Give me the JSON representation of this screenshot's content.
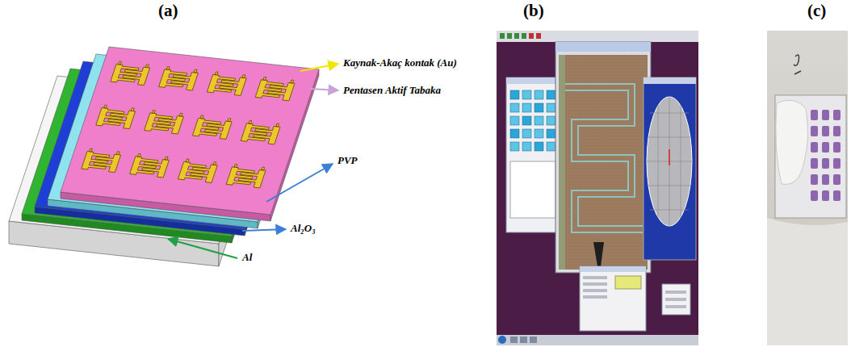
{
  "diagram": {
    "labels": [
      "(a)",
      "(b)",
      "(c)",
      "Kaynak-Akaç kontak (Au)",
      "Pentasen Aktif Tabaka",
      "PVP",
      "Al₂O₃",
      "Al"
    ]
  }
}
